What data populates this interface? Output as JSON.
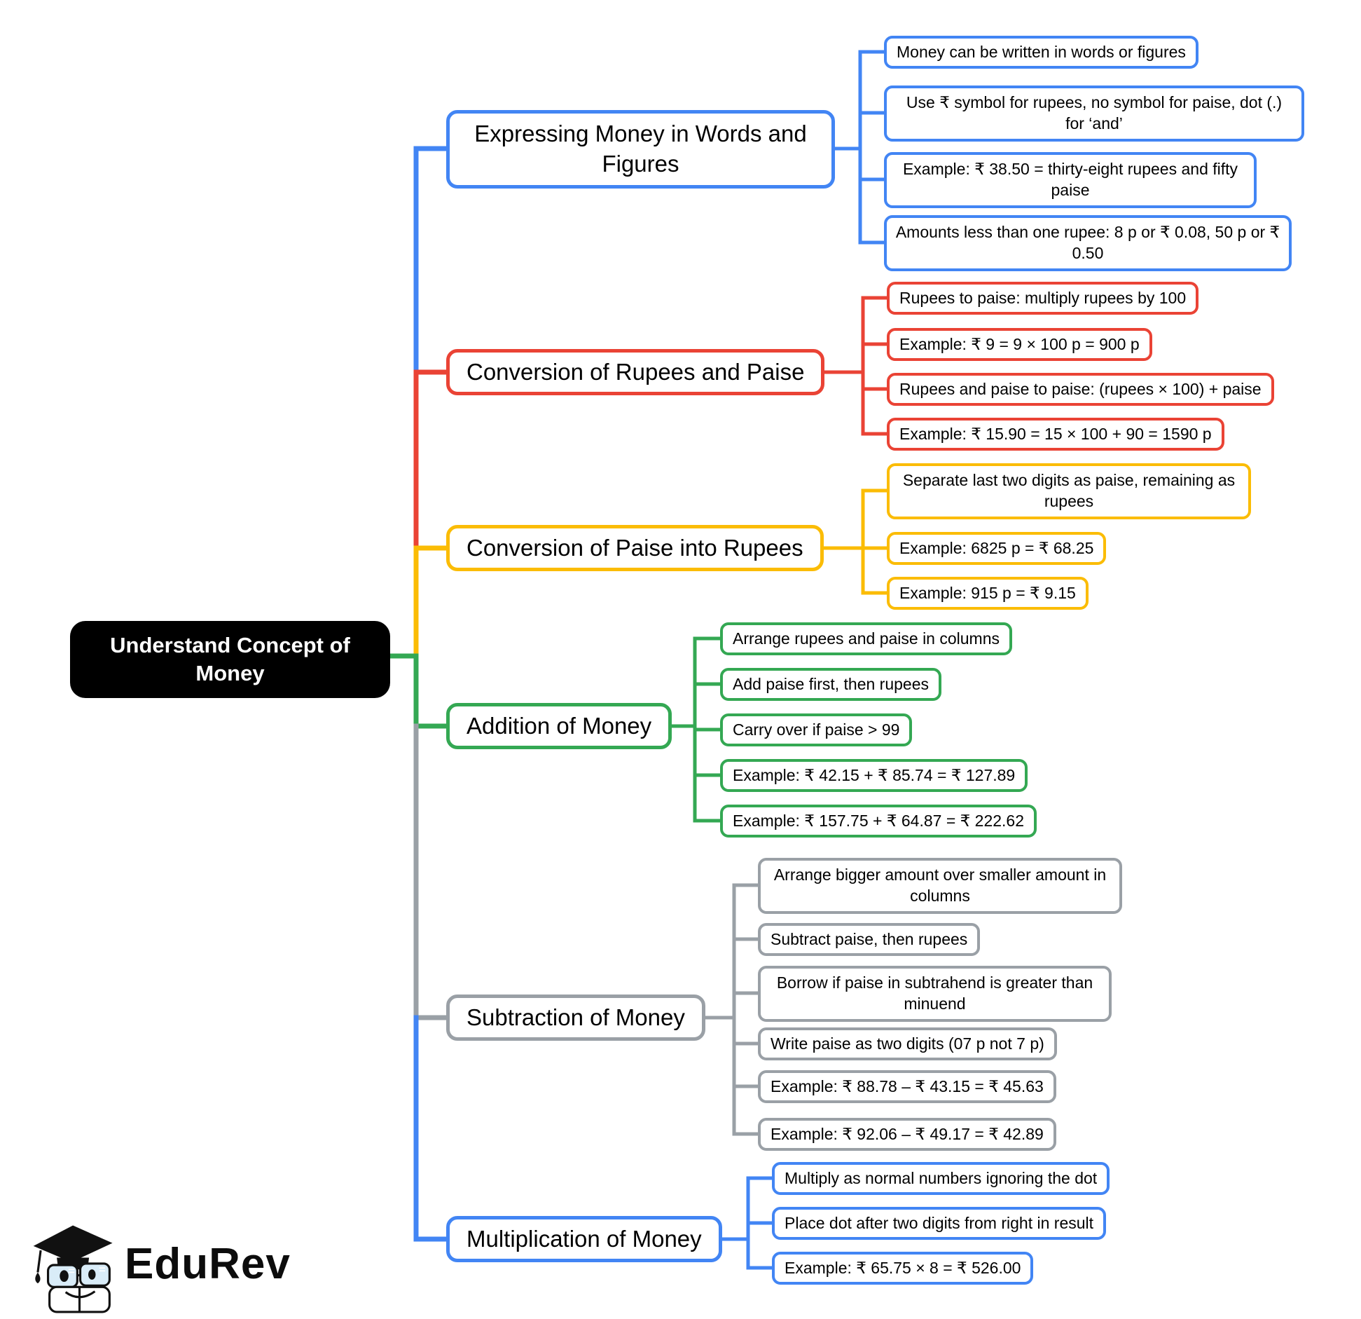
{
  "mindmap": {
    "root_label": "Understand Concept of Money",
    "root_bg": "#000000",
    "root_text_color": "#FFFFFF",
    "branches": [
      {
        "label": "Expressing Money in Words and Figures",
        "color": "#4285F4",
        "leaves": [
          "Money can be written in words or figures",
          "Use ₹ symbol for rupees, no symbol for paise, dot (.) for ‘and’",
          "Example: ₹ 38.50 = thirty-eight rupees and fifty paise",
          "Amounts less than one rupee: 8 p or ₹ 0.08, 50 p or ₹ 0.50"
        ]
      },
      {
        "label": "Conversion of Rupees and Paise",
        "color": "#EA4335",
        "leaves": [
          "Rupees to paise: multiply rupees by 100",
          "Example: ₹ 9 = 9 × 100 p = 900 p",
          "Rupees and paise to paise: (rupees × 100) + paise",
          "Example: ₹ 15.90 = 15 × 100 + 90 = 1590 p"
        ]
      },
      {
        "label": "Conversion of Paise into Rupees",
        "color": "#FBBC05",
        "leaves": [
          "Separate last two digits as paise, remaining as rupees",
          "Example: 6825 p = ₹ 68.25",
          "Example: 915 p = ₹ 9.15"
        ]
      },
      {
        "label": "Addition of Money",
        "color": "#34A853",
        "leaves": [
          "Arrange rupees and paise in columns",
          "Add paise first, then rupees",
          "Carry over if paise > 99",
          "Example: ₹ 42.15 + ₹ 85.74 = ₹ 127.89",
          "Example: ₹ 157.75 + ₹ 64.87 = ₹ 222.62"
        ]
      },
      {
        "label": "Subtraction of Money",
        "color": "#9AA0A6",
        "leaves": [
          "Arrange bigger amount over smaller amount in columns",
          "Subtract paise, then rupees",
          "Borrow if paise in subtrahend is greater than minuend",
          "Write paise as two digits (07 p not 7 p)",
          "Example: ₹ 88.78 – ₹ 43.15 = ₹ 45.63",
          "Example: ₹ 92.06 – ₹ 49.17 = ₹ 42.89"
        ]
      },
      {
        "label": "Multiplication of Money",
        "color": "#4285F4",
        "leaves": [
          "Multiply as normal numbers ignoring the dot",
          "Place dot after two digits from right in result",
          "Example: ₹ 65.75 × 8 = ₹ 526.00"
        ]
      }
    ]
  },
  "logo": {
    "brand": "EduRev"
  }
}
